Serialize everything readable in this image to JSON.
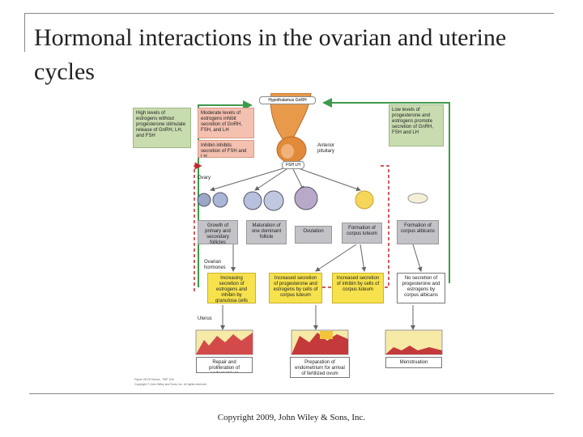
{
  "slide": {
    "title": "Hormonal interactions in the ovarian and uterine cycles",
    "copyright": "Copyright 2009, John Wiley & Sons, Inc."
  },
  "figure": {
    "hypothalamus_label": "Hypothalamus GnRH",
    "left_green_box": "High levels of estrogens without progesterone stimulate release of GnRH, LH, and FSH",
    "pink_box_1": "Moderate levels of estrogens inhibit secretion of GnRH, FSH, and LH",
    "pink_box_2": "Inhibin inhibits secretion of FSH and LH",
    "right_green_box": "Low levels of progesterone and estrogens promote secretion of GnRH, FSH and LH",
    "anterior_pituitary_label": "Anterior pituitary",
    "pituitary_hormones_label": "FSH LH",
    "ovary_label": "Ovary",
    "ovary_boxes": [
      "Growth of primary and secondary follicles",
      "Maturation of one dominant follicle",
      "Ovulation",
      "Formation of corpus luteum",
      "Formation of corpus albicans"
    ],
    "ovarian_hormones_label": "Ovarian hormones",
    "hormone_boxes": [
      "Increasing secretion of estrogens and inhibin by granulosa cells",
      "Increased secretion of progesterone and estrogens by cells of corpus luteum",
      "Increased secretion of inhibin by cells of corpus luteum",
      "No secretion of progesterone and estrogens by corpus albicans"
    ],
    "uterus_label": "Uterus",
    "uterus_boxes": [
      "Repair and proliferation of endometrium",
      "Preparation of endometrium for arrival of fertilized ovum",
      "Menstruation"
    ],
    "figure_credit_line1": "Figure 28.25 Tortora - PAP 12/e",
    "figure_credit_line2": "Copyright © John Wiley and Sons, Inc. All rights reserved."
  },
  "colors": {
    "red_arrow": "#c0262c",
    "green_arrow": "#3e9a4a",
    "grey_arrow": "#666666",
    "gland_orange": "#e08a3a"
  }
}
